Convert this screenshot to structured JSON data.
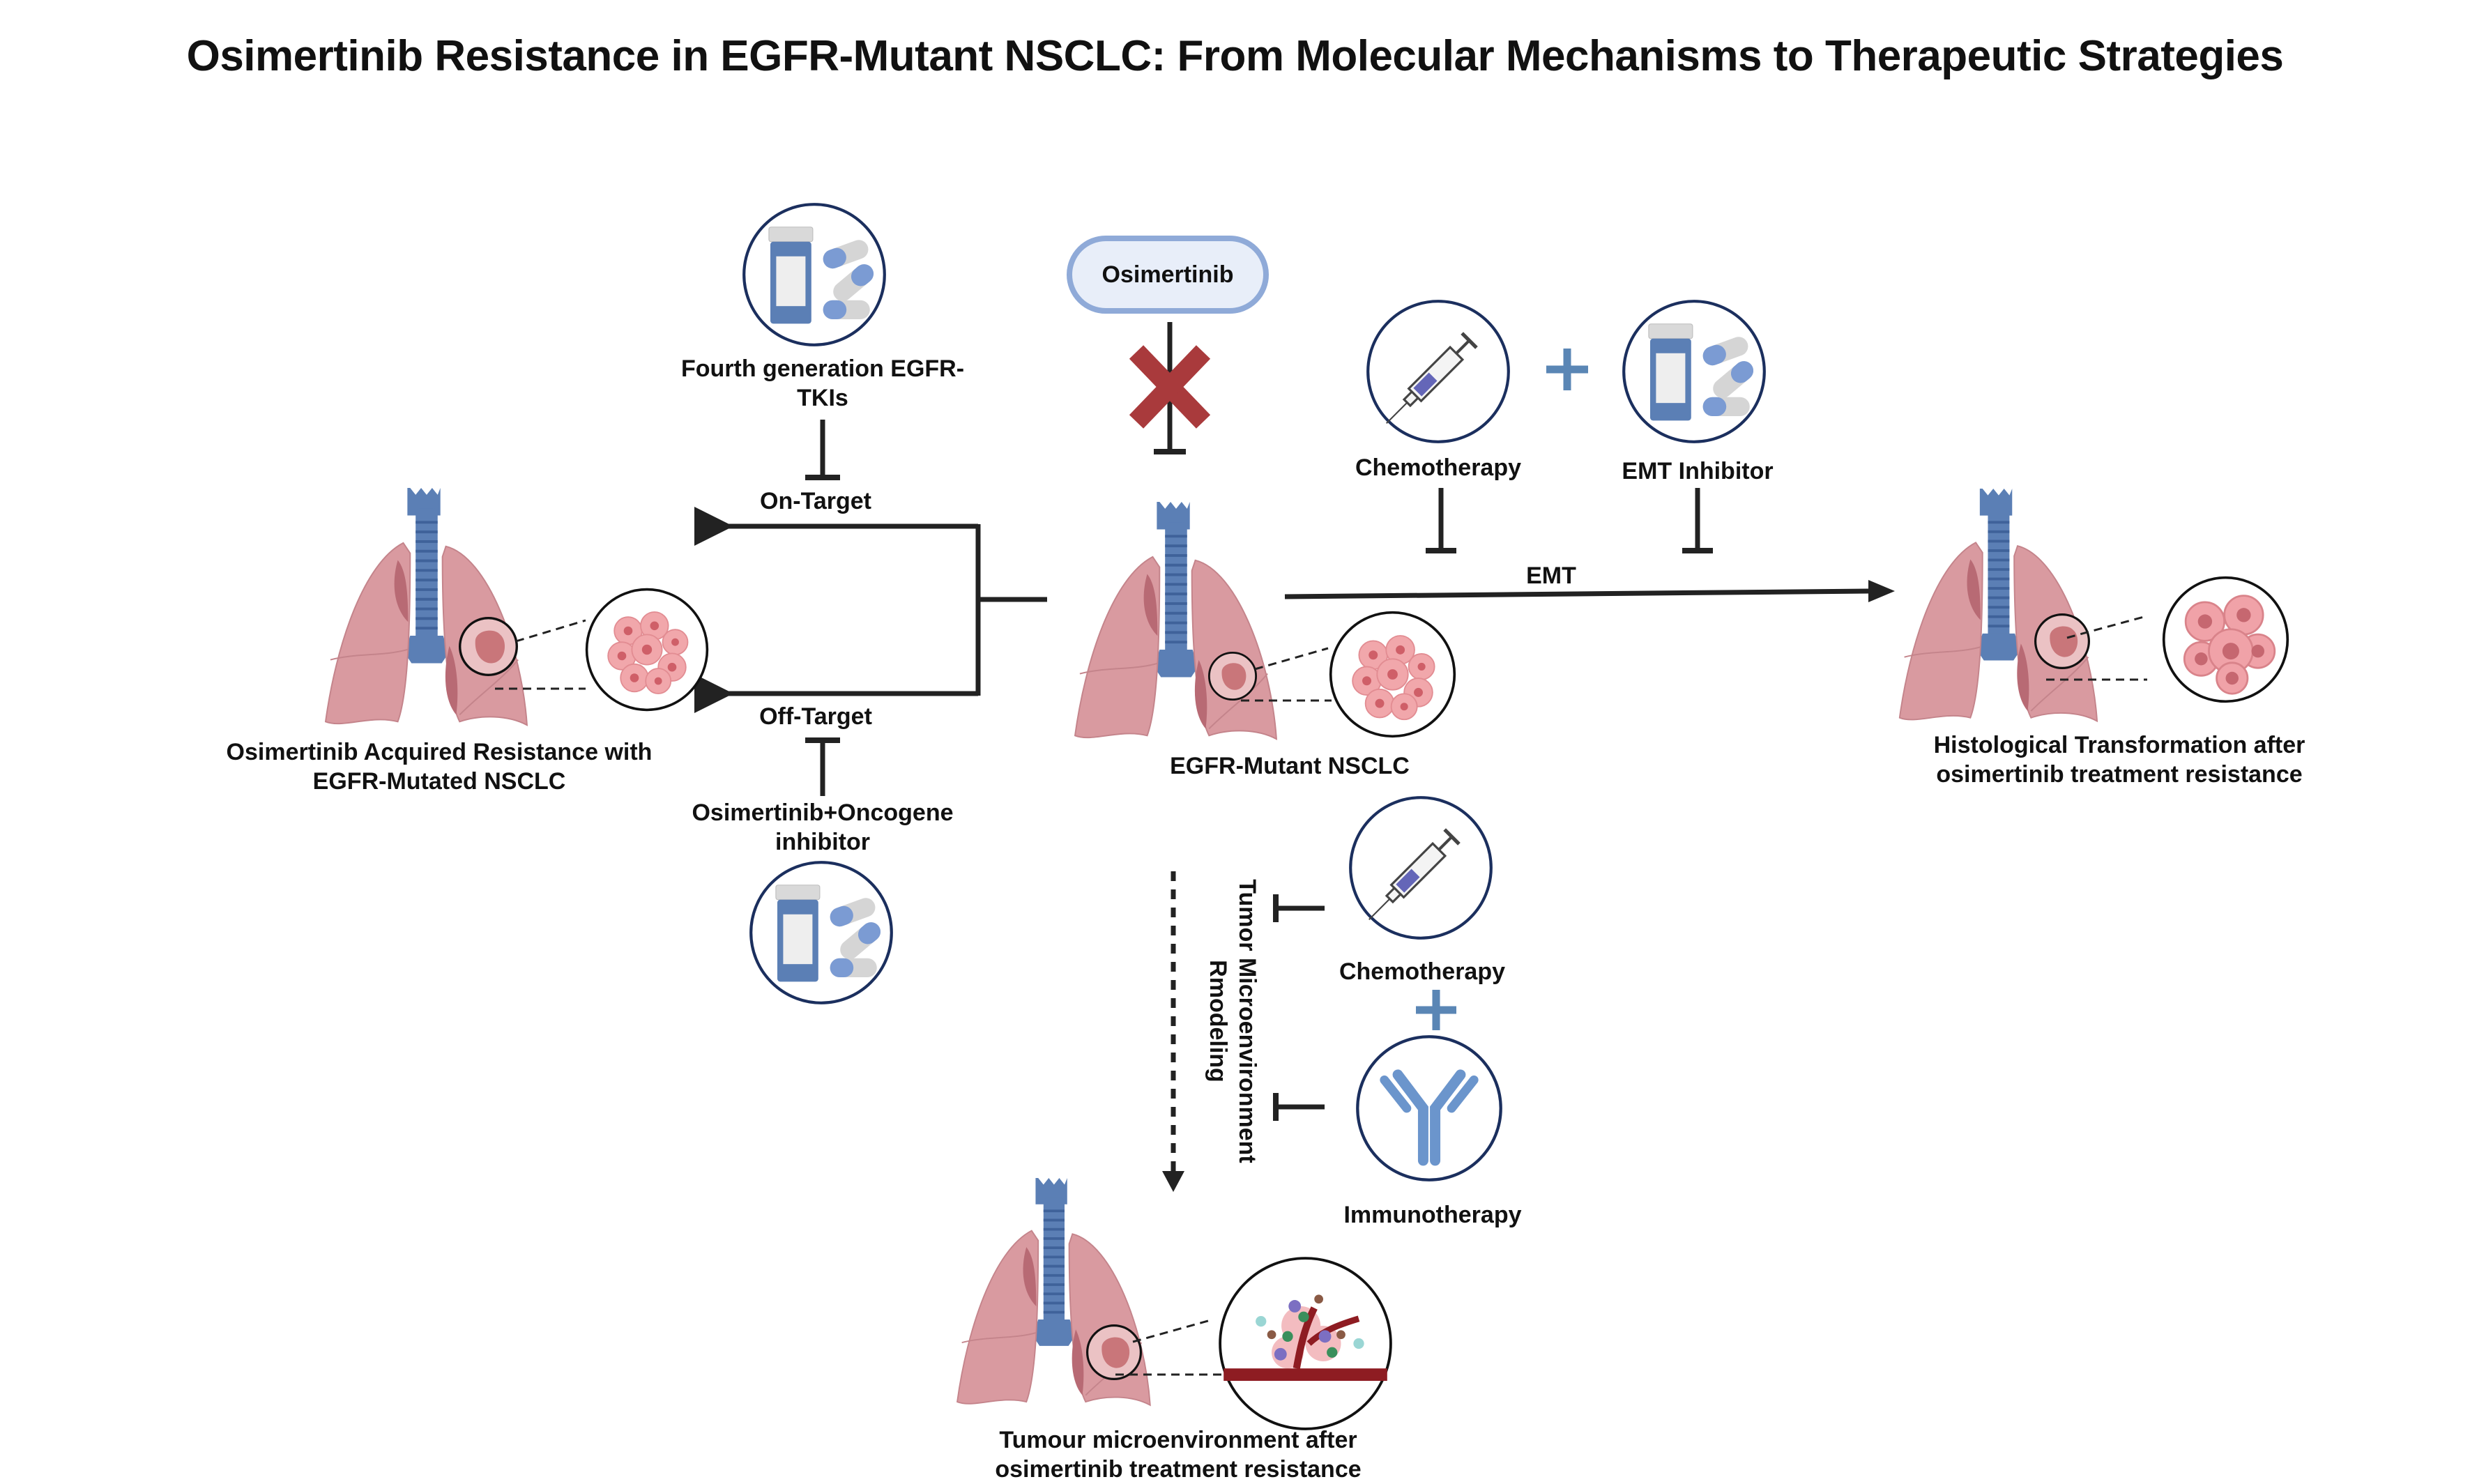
{
  "title": "Osimertinib Resistance in EGFR-Mutant NSCLC: From Molecular Mechanisms to Therapeutic Strategies",
  "center": {
    "drug_box": "Osimertinib",
    "label": "EGFR-Mutant NSCLC"
  },
  "left_branch": {
    "on_target_label": "On-Target",
    "off_target_label": "Off-Target",
    "top_therapy": {
      "line1": "Fourth generation EGFR-",
      "line2": "TKIs"
    },
    "bottom_therapy": {
      "line1": "Osimertinib+Oncogene",
      "line2": "inhibitor"
    },
    "outcome": {
      "line1": "Osimertinib Acquired Resistance  with",
      "line2": "EGFR-Mutated NSCLC"
    }
  },
  "right_branch": {
    "arrow_label": "EMT",
    "therapy_a": "Chemotherapy",
    "therapy_b": "EMT Inhibitor",
    "outcome": {
      "line1": "Histological Transformation after",
      "line2": "osimertinib treatment resistance"
    }
  },
  "bottom_branch": {
    "arrow_label": {
      "line1": "Tumor Microenvironment",
      "line2": "Rmodeling"
    },
    "therapy_a": "Chemotherapy",
    "therapy_b": "Immunotherapy",
    "outcome": {
      "line1": "Tumour microenvironment after",
      "line2": "osimertinib treatment resistance"
    }
  },
  "colors": {
    "lung": "#d99aa0",
    "lung_dark": "#b86a74",
    "trachea": "#5b7fb5",
    "circle_border": "#1b2f5e",
    "plus": "#5a86b5",
    "red_x": "#a93a3c",
    "drug_box_border": "#8faad8",
    "drug_box_fill": "#e8eef9"
  }
}
